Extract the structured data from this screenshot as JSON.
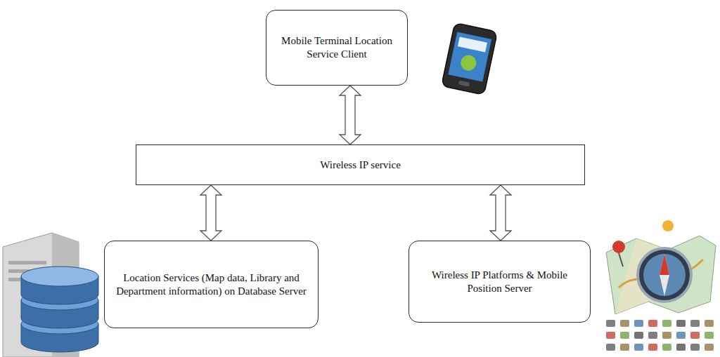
{
  "diagram": {
    "nodes": [
      {
        "text": [
          "Mobile Terminal Location Service Client"
        ]
      },
      {
        "text": [
          "Wireless IP service"
        ]
      },
      {
        "text": [
          "Location Services (Map data, Library and Department information) on Database Server"
        ]
      },
      {
        "text": [
          "Wireless IP Platforms & Mobile Position Server"
        ]
      }
    ],
    "edges": [
      {
        "from": 0,
        "to": 1,
        "arrow": "both"
      },
      {
        "from": 1,
        "to": 2,
        "arrow": "both"
      },
      {
        "from": 1,
        "to": 3,
        "arrow": "both"
      }
    ]
  }
}
